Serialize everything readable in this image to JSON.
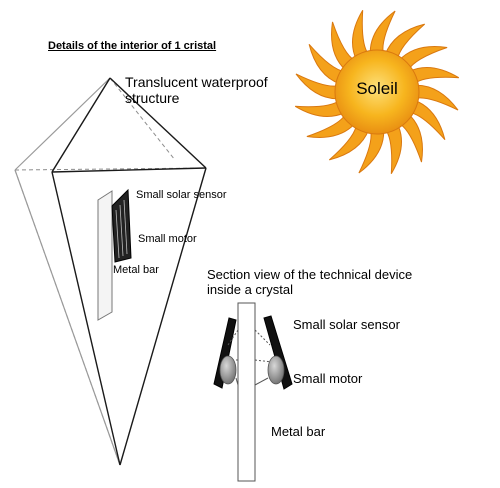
{
  "diagram": {
    "title": "Details of the interior of 1 cristal",
    "crystal_label": "Translucent waterproof structure",
    "sun_label": "Soleil",
    "detail_labels": {
      "solar_sensor": "Small solar sensor",
      "motor": "Small motor",
      "metal_bar": "Metal bar"
    },
    "section_title": "Section view of the technical device inside a crystal",
    "section_labels": {
      "solar_sensor": "Small solar sensor",
      "motor": "Small motor",
      "metal_bar": "Metal bar"
    },
    "colors": {
      "sun_core": "#f7b51e",
      "sun_rays": "#f4a11a",
      "sun_ray_edge": "#d9780f",
      "sensor": "#111111",
      "motor": "#8a8a8a"
    }
  }
}
